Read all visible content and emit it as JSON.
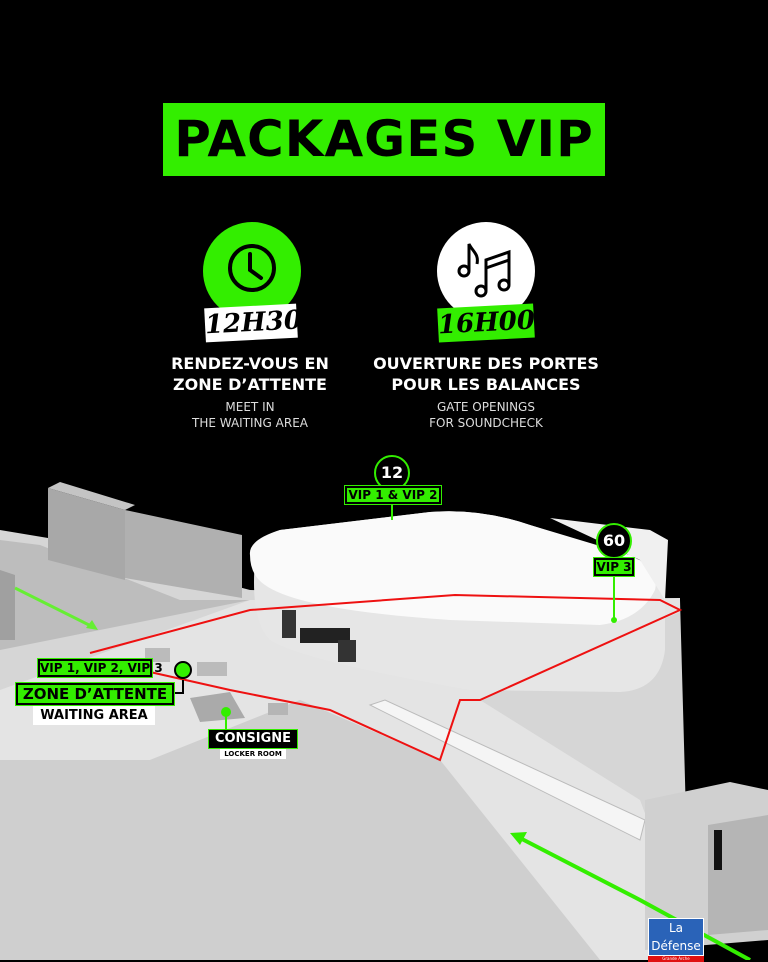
{
  "title": "PACKAGES VIP",
  "colors": {
    "accent": "#33ee00",
    "route": "#ee1111",
    "background": "#000000"
  },
  "steps": [
    {
      "icon": "clock-icon",
      "time": "12H30",
      "heading_1": "RENDEZ-VOUS EN",
      "heading_2": "ZONE D’ATTENTE",
      "sub_1": "MEET IN",
      "sub_2": "THE WAITING AREA"
    },
    {
      "icon": "music-notes-icon",
      "time": "16H00",
      "heading_1": "OUVERTURE DES PORTES",
      "heading_2": "POUR LES BALANCES",
      "sub_1": "GATE OPENINGS",
      "sub_2": "FOR SOUNDCHECK"
    }
  ],
  "map": {
    "gate_12": {
      "number": "12",
      "label": "VIP 1 & VIP 2"
    },
    "gate_60": {
      "number": "60",
      "label": "VIP 3"
    },
    "waiting": {
      "vips": "VIP 1, VIP 2, VIP 3",
      "label_fr": "ZONE D’ATTENTE",
      "label_en": "WAITING AREA"
    },
    "locker": {
      "label_fr": "CONSIGNE",
      "label_en": "LOCKER ROOM"
    },
    "station": {
      "name": "La Défense",
      "sub": "Grande Arche"
    }
  }
}
